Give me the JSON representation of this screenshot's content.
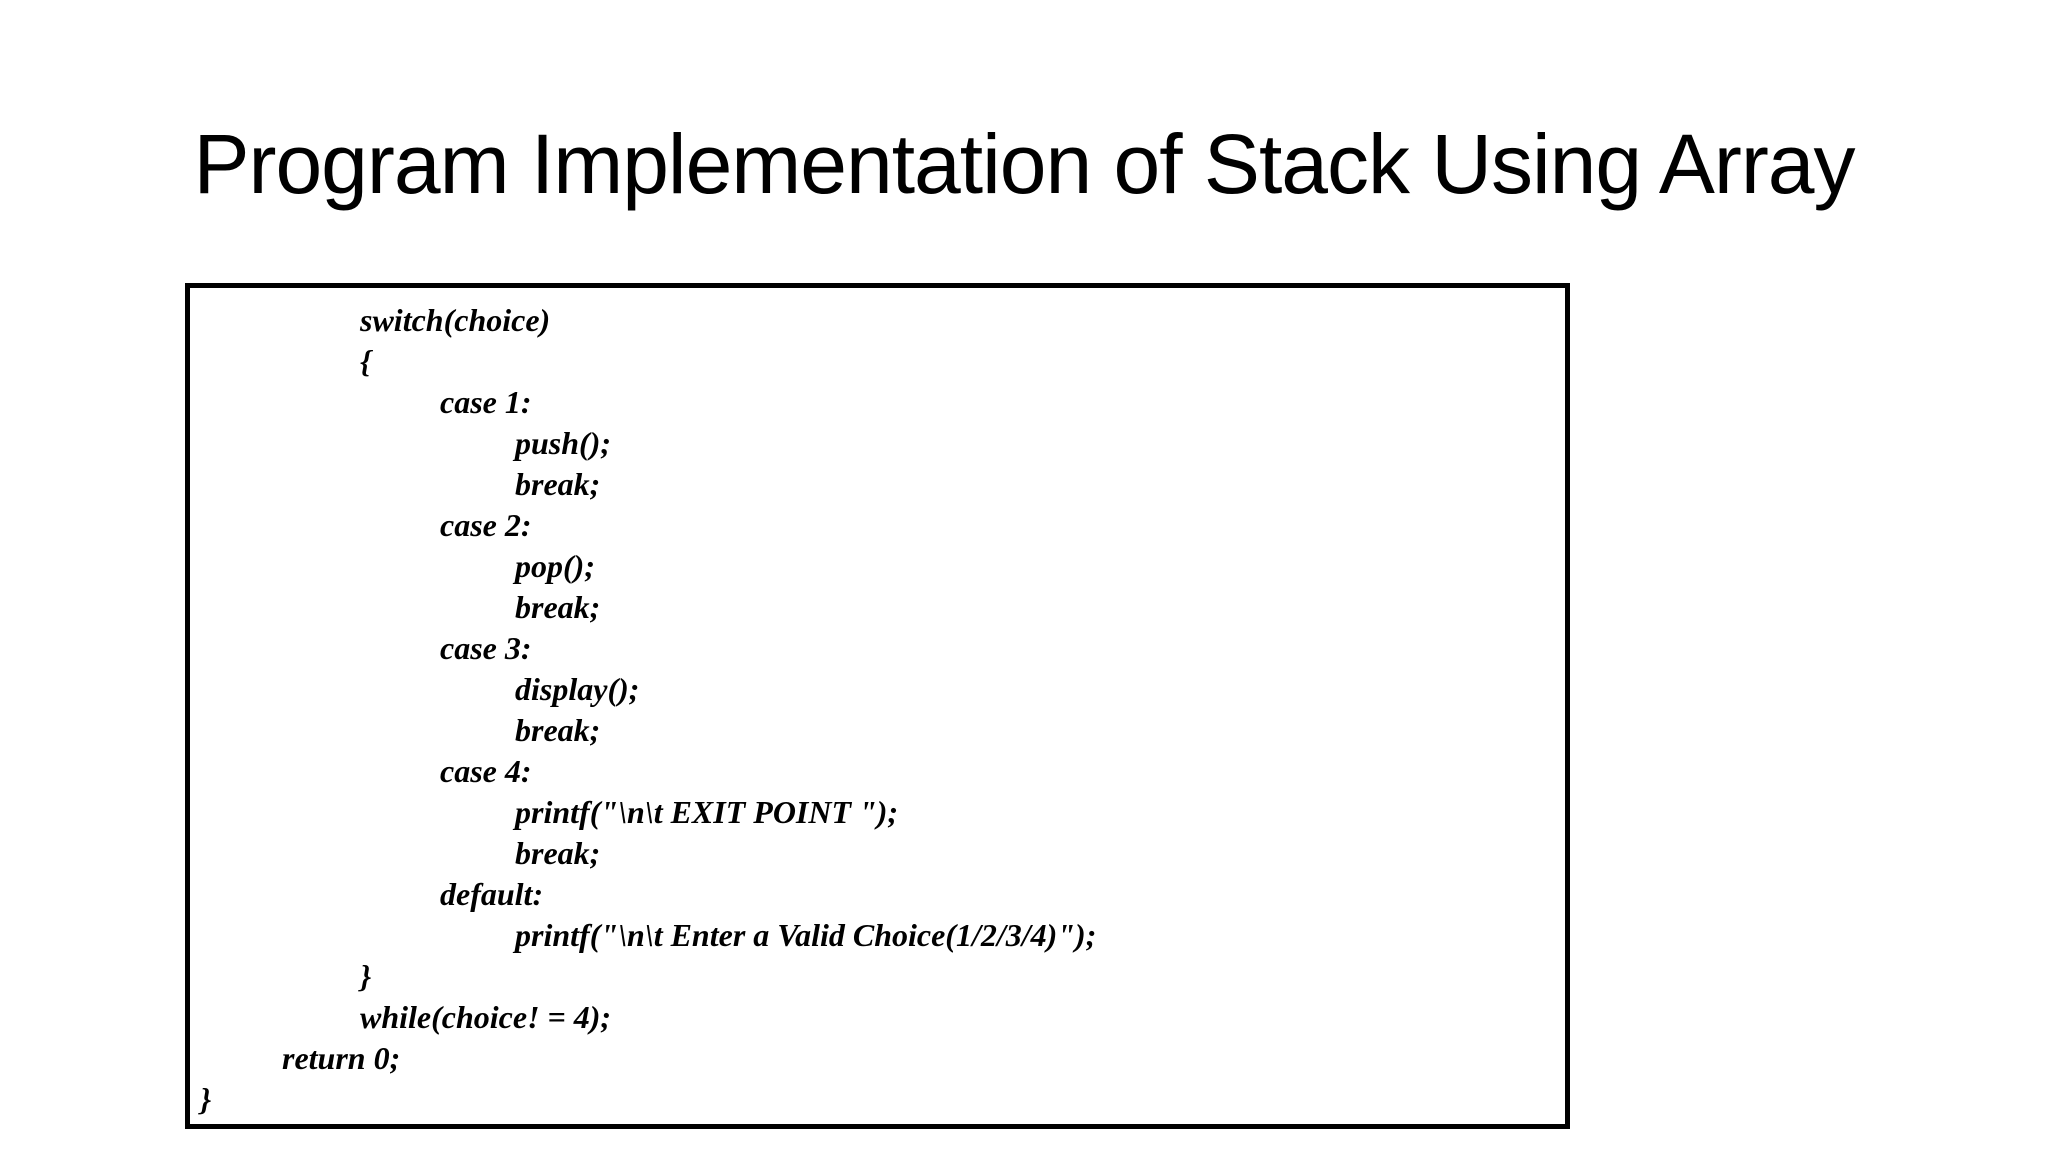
{
  "slide": {
    "title": "Program Implementation of Stack Using Array"
  },
  "colors": {
    "background": "#ffffff",
    "text": "#000000",
    "code_box_border": "#000000"
  },
  "code_block": {
    "lines": [
      {
        "indent": 2,
        "text": "switch(choice)"
      },
      {
        "indent": 2,
        "text": "{"
      },
      {
        "indent": 3,
        "text": "case 1:"
      },
      {
        "indent": 4,
        "text": "push();"
      },
      {
        "indent": 4,
        "text": "break;"
      },
      {
        "indent": 3,
        "text": "case 2:"
      },
      {
        "indent": 4,
        "text": "pop();"
      },
      {
        "indent": 4,
        "text": "break;"
      },
      {
        "indent": 3,
        "text": "case 3:"
      },
      {
        "indent": 4,
        "text": "display();"
      },
      {
        "indent": 4,
        "text": "break;"
      },
      {
        "indent": 3,
        "text": "case 4:"
      },
      {
        "indent": 4,
        "text": "printf(\"\\n\\t EXIT POINT \");"
      },
      {
        "indent": 4,
        "text": "break;"
      },
      {
        "indent": 3,
        "text": "default:"
      },
      {
        "indent": 4,
        "text": "printf(\"\\n\\t Enter a Valid Choice(1/2/3/4)\");"
      },
      {
        "indent": 2,
        "text": "}"
      },
      {
        "indent": 2,
        "text": "while(choice! = 4);"
      },
      {
        "indent": 1,
        "text": "return 0;"
      },
      {
        "indent": 0,
        "text": "}"
      }
    ]
  }
}
